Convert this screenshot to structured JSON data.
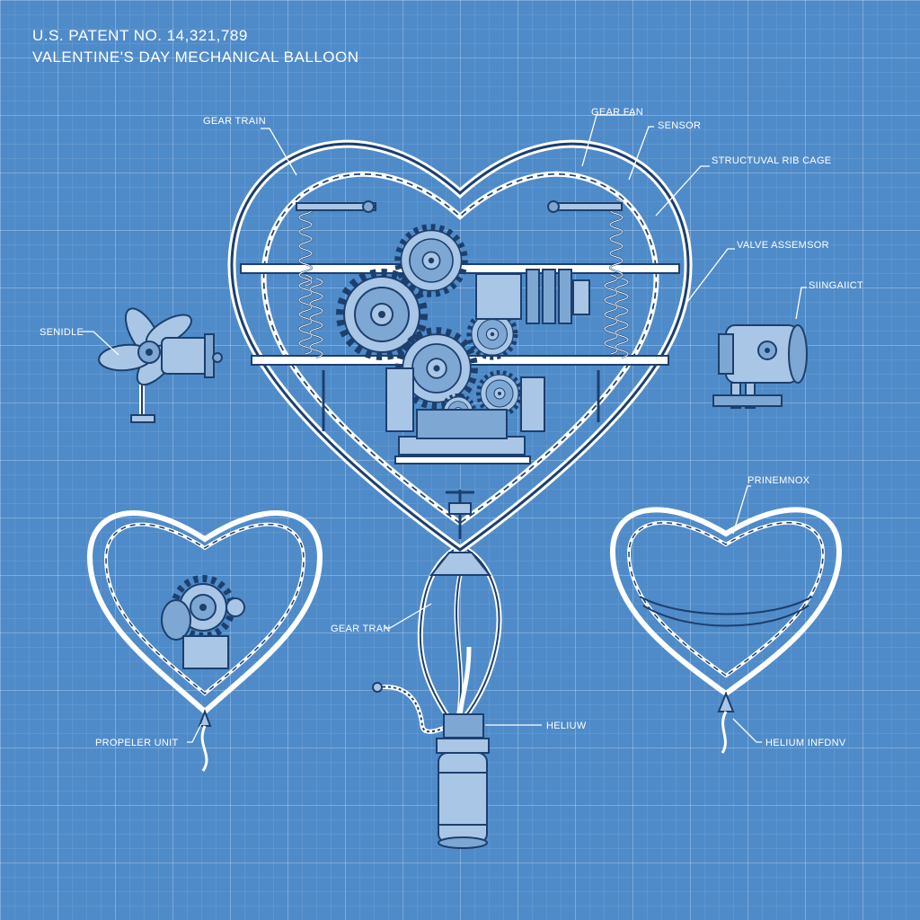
{
  "header": {
    "patent_number": "U.S. PATENT NO. 14,321,789",
    "title": "VALENTINE'S DAY MECHANICAL BALLOON"
  },
  "callouts": {
    "gear_train_top": "GEAR TRAIN",
    "gear_fan": "GEAR FAN",
    "sensor": "SENSOR",
    "structural_rib_cage": "STRUCTUVAL RIB CAGE",
    "valve_assembly": "VALVE ASSEMSOR",
    "magnet": "SIINGAIICT",
    "senidle": "SENIDLE",
    "primemnox": "PRINEMNOX",
    "gear_train_lower": "GEAR TRAN",
    "helium": "HELIUW",
    "propeller_unit": "PROPELER UNIT",
    "helium_inflow": "HELIUM INFDNV"
  },
  "colors": {
    "blueprint_background": "#4f8bc9",
    "line_white": "#ffffff",
    "ink_dark": "#1c3f6e"
  }
}
